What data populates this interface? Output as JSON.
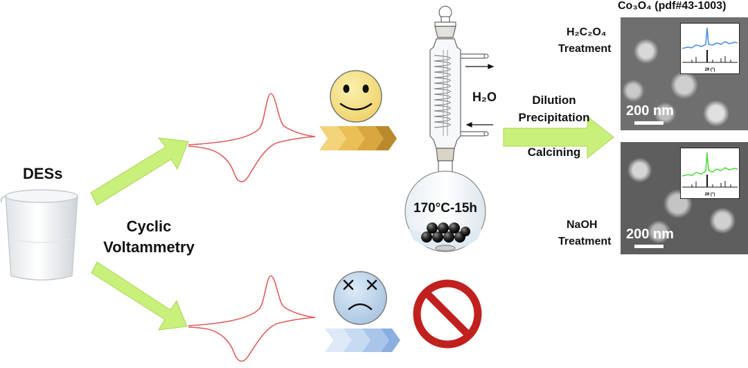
{
  "labels": {
    "des": "DESs",
    "cv_line1": "Cyclic",
    "cv_line2": "Voltammetry",
    "water": "H₂O",
    "temp": "170°C-15h",
    "step1": "Dilution",
    "step2": "Precipitation",
    "step3": "Calcining",
    "title": "Co₃O₄ (pdf#43-1003)",
    "oxalic": "H₂C₂O₄",
    "treat1": "Treatment",
    "naoh": "NaOH",
    "treat2": "Treatment",
    "scale1": "200 nm",
    "scale2": "200 nm",
    "xrd_axis1": "2θ (°)",
    "xrd_axis2": "2θ (°)"
  },
  "colors": {
    "arrow_green": "#c8f07a",
    "cv_red": "#e05a5a",
    "happy_face": "#f5e07a",
    "sad_face": "#bcd4ea",
    "chev_gold": [
      "#f3d47a",
      "#eabf55",
      "#d9a640",
      "#b98a2c"
    ],
    "chev_blue": [
      "#dde9f7",
      "#c6daf1",
      "#a9c6ea",
      "#8aafe0"
    ],
    "no_sign": "#c0211e",
    "xrd_blue": "#4a8fe0",
    "xrd_green": "#56d840"
  },
  "icons": [
    "beaker-icon",
    "happy-face-icon",
    "sad-face-icon",
    "no-entry-icon",
    "reflux-apparatus-icon"
  ]
}
